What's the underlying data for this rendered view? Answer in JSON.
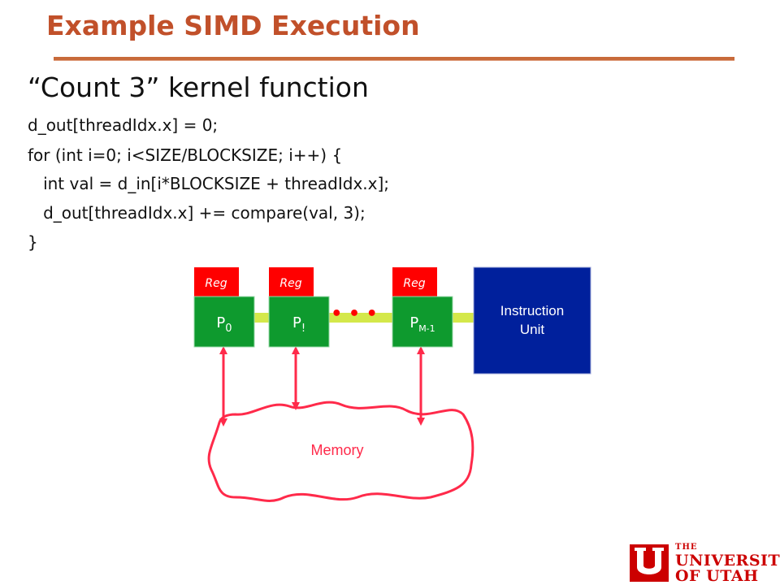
{
  "slide": {
    "title": "Example SIMD Execution",
    "heading": "“Count 3” kernel function",
    "code_lines": [
      "d_out[threadIdx.x] = 0;",
      "for (int i=0; i<SIZE/BLOCKSIZE; i++) {",
      "   int val = d_in[i*BLOCKSIZE + threadIdx.x];",
      "   d_out[threadIdx.x] += compare(val, 3);",
      "}"
    ]
  },
  "diagram": {
    "reg_label": "Reg",
    "processors": [
      {
        "name": "P",
        "sub": "0"
      },
      {
        "name": "P",
        "sub": "!"
      },
      {
        "name": "P",
        "sub": "M-1"
      }
    ],
    "ellipsis": "• • •",
    "instruction_unit": [
      "Instruction",
      "Unit"
    ],
    "memory_label": "Memory"
  },
  "logo": {
    "the": "THE",
    "university": "UNIVERSITY",
    "of_utah": "OF UTAH"
  },
  "colors": {
    "title": "#c1502a",
    "reg": "#ff0000",
    "processor": "#0e9a2e",
    "bus": "#d4e84a",
    "instruction_unit": "#00209c",
    "memory_outline": "#ff2a4a",
    "logo": "#cc0000"
  }
}
